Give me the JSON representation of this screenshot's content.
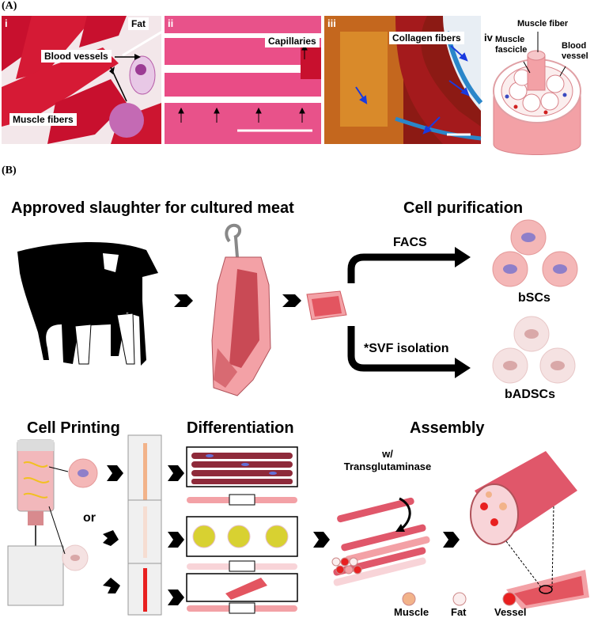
{
  "panel_a": {
    "label": "(A)",
    "sub_i": {
      "numeral": "i",
      "fat": "Fat",
      "blood_vessels": "Blood vessels",
      "muscle_fibers": "Muscle fibers"
    },
    "sub_ii": {
      "numeral": "ii",
      "capillaries": "Capillaries"
    },
    "sub_iii": {
      "numeral": "iii",
      "collagen_fibers": "Collagen fibers"
    },
    "sub_iv": {
      "numeral": "iv",
      "muscle_fiber": "Muscle fiber",
      "muscle_fascicle": "Muscle fascicle",
      "blood_vessel": "Blood vessel"
    }
  },
  "panel_b": {
    "label": "(B)",
    "slaughter_title": "Approved slaughter for cultured meat",
    "purification_title": "Cell purification",
    "facs": "FACS",
    "svf": "*SVF isolation",
    "bscs": "bSCs",
    "badscs": "bADSCs",
    "printing_title": "Cell Printing",
    "or": "or",
    "differentiation_title": "Differentiation",
    "assembly_title": "Assembly",
    "transglutaminase": "w/\nTransglutaminase",
    "legend": [
      {
        "label": "Muscle",
        "color": "#f2b38a"
      },
      {
        "label": "Fat",
        "color": "#fbeeee"
      },
      {
        "label": "Vessel",
        "color": "#e82020"
      }
    ]
  },
  "colors": {
    "tissue_red": "#c8102e",
    "tissue_pink": "#e8528a",
    "fiber_red": "#e0576a",
    "meat_pink": "#f3a1a6",
    "cell_pink": "#f4b7b7",
    "nucleus_purple": "#8f7fc9",
    "fat_yellow": "#d8d131",
    "collagen_blue": "#2a86c9"
  }
}
